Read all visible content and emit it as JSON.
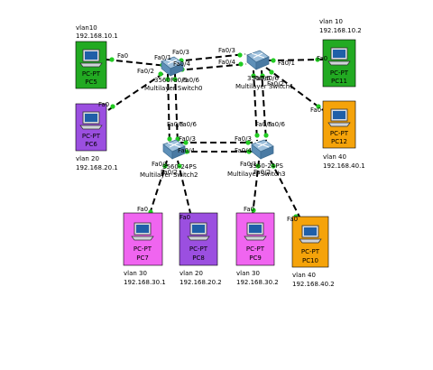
{
  "switches": [
    {
      "id": "s0",
      "label": "Multilayer Switch0",
      "model": "3560"
    },
    {
      "id": "s1",
      "label": "Multilayer Switch1",
      "model": "3560"
    },
    {
      "id": "s2",
      "label": "Multilayer Switch2",
      "model": "3560-24PS"
    },
    {
      "id": "s3",
      "label": "Multilayer Switch3",
      "model": "3560-24PS"
    }
  ],
  "pcs": [
    {
      "id": "pc5",
      "type": "PC-PT",
      "name": "PC5",
      "color": "#22aa22",
      "vlan": "vlan10",
      "ip": "192.168.10.1"
    },
    {
      "id": "pc6",
      "type": "PC-PT",
      "name": "PC6",
      "color": "#9b4fe0",
      "vlan": "vlan 20",
      "ip": "192.168.20.1"
    },
    {
      "id": "pc11",
      "type": "PC-PT",
      "name": "PC11",
      "color": "#22aa22",
      "vlan": "vlan 10",
      "ip": "192.168.10.2"
    },
    {
      "id": "pc12",
      "type": "PC-PT",
      "name": "PC12",
      "color": "#f5a30a",
      "vlan": "vlan 40",
      "ip": "192.168.40.1"
    },
    {
      "id": "pc7",
      "type": "PC-PT",
      "name": "PC7",
      "color": "#f065f0",
      "vlan": "vlan 30",
      "ip": "192.168.30.1"
    },
    {
      "id": "pc8",
      "type": "PC-PT",
      "name": "PC8",
      "color": "#9b4fe0",
      "vlan": "vlan 20",
      "ip": "192.168.20.2"
    },
    {
      "id": "pc9",
      "type": "PC-PT",
      "name": "PC9",
      "color": "#f065f0",
      "vlan": "vlan 30",
      "ip": "192.168.30.2"
    },
    {
      "id": "pc10",
      "type": "PC-PT",
      "name": "PC10",
      "color": "#f5a30a",
      "vlan": "vlan 40",
      "ip": "192.168.40.2"
    }
  ],
  "ports": {
    "pc5_fa0": "Fa0",
    "s0_fa01": "Fa0/1",
    "s0_fa02": "Fa0/2",
    "pc6_fa0": "Fa0",
    "s0_fa03": "Fa0/3",
    "s0_fa04": "Fa0/4",
    "s1_fa03": "Fa0/3",
    "s1_fa04": "Fa0/4",
    "s0_fa05": "Fa0/5",
    "s0_fa06": "Fa0/6",
    "s1_fa05": "Fa0/5",
    "s1_fa06": "Fa0/6",
    "s1_fa01": "Fa0/1",
    "pc11_fa0": "Fa0",
    "s1_fa02": "Fa0/2",
    "pc12_fa0": "Fa0",
    "s2_fa05": "Fa0/5",
    "s2_fa06": "Fa0/6",
    "s3_fa05": "Fa0/5",
    "s3_fa06": "Fa0/6",
    "s2_fa03": "Fa0/3",
    "s2_fa04": "Fa0/4",
    "s3_fa03": "Fa0/3",
    "s3_fa04": "Fa0/4",
    "s2_fa01": "Fa0/1",
    "s2_fa02": "Fa0/2",
    "s3_fa01": "Fa0/1",
    "s3_fa02": "Fa0/2",
    "pc7_fa0": "Fa0",
    "pc8_fa0": "Fa0",
    "pc9_fa0": "Fa0",
    "pc10_fa0": "Fa0"
  },
  "colors": {
    "link": "#000000",
    "link_up": "#22cc22",
    "switch_body": "#5e90b8",
    "switch_top": "#9ec0dc"
  }
}
